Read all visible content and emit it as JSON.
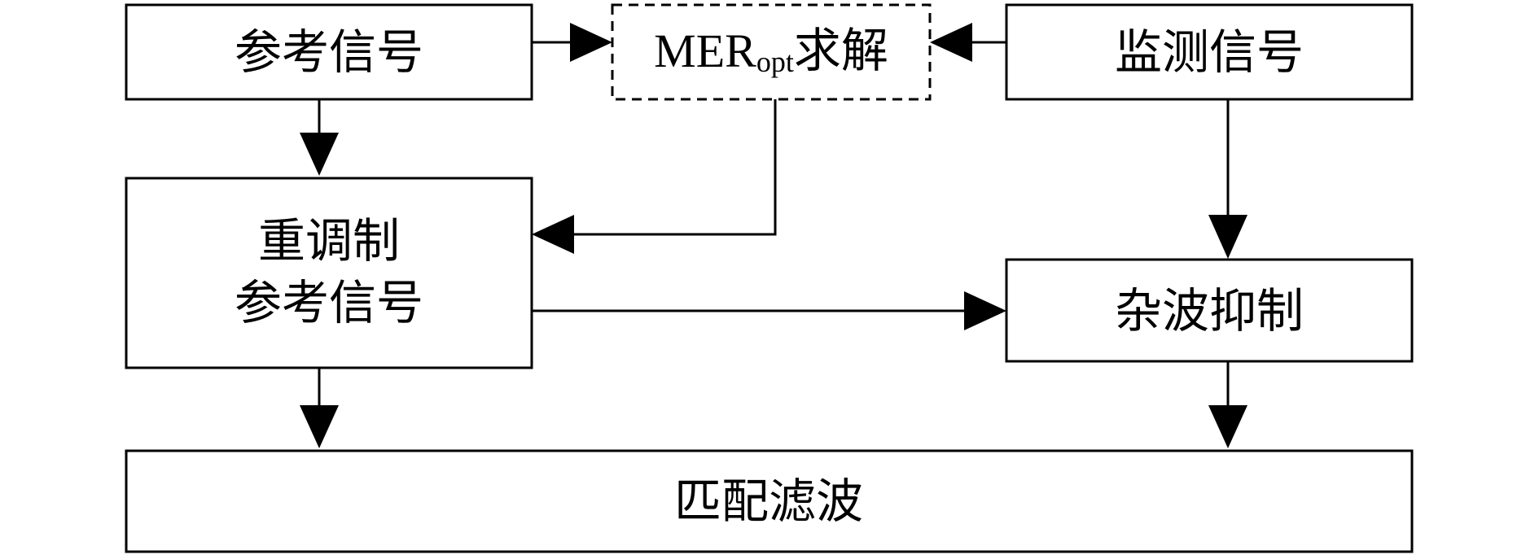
{
  "nodes": {
    "reference_signal": {
      "label": "参考信号"
    },
    "mer_solver": {
      "label_main": "MER",
      "label_sub": "opt",
      "label_suffix": "求解"
    },
    "monitor_signal": {
      "label": "监测信号"
    },
    "remodulated_reference": {
      "line1": "重调制",
      "line2": "参考信号"
    },
    "clutter_suppression": {
      "label": "杂波抑制"
    },
    "matched_filter": {
      "label": "匹配滤波"
    }
  }
}
